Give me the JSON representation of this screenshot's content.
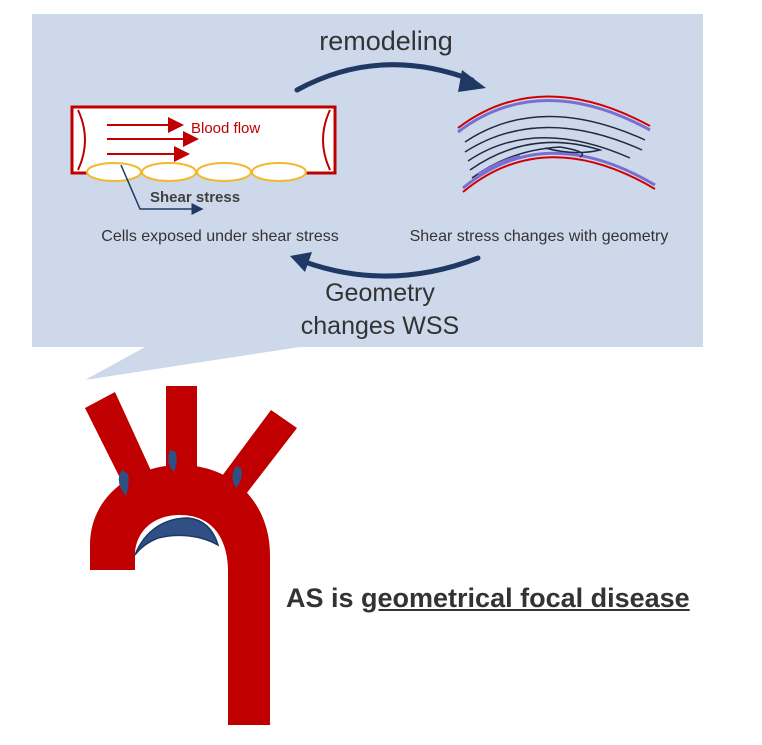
{
  "callout": {
    "remodeling_label": "remodeling",
    "feedback_label_line1": "Geometry",
    "feedback_label_line2": "changes WSS",
    "left_panel": {
      "blood_flow_label": "Blood flow",
      "shear_stress_label": "Shear stress",
      "caption": "Cells exposed under shear stress"
    },
    "right_panel": {
      "caption": "Shear stress changes with geometry"
    }
  },
  "statement": {
    "prefix": "AS is ",
    "emphasis": "geometrical focal disease"
  },
  "colors": {
    "callout_bg": "#cdd9eb",
    "artery_red": "#c00000",
    "plaque_blue": "#2f4f85",
    "arrow_navy": "#1f3864",
    "cell_yellow": "#f2b92f",
    "text_dark": "#333333"
  }
}
